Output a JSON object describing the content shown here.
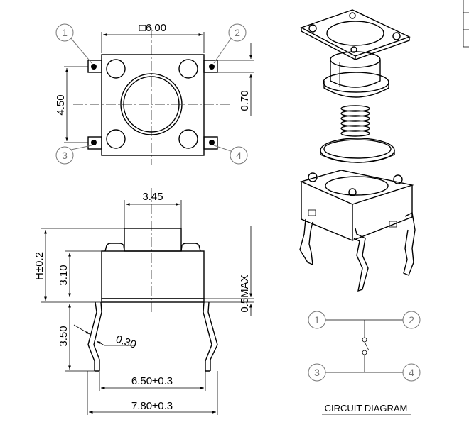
{
  "top_view": {
    "size_label": "□6.00",
    "pitch_label": "4.50",
    "pad_label": "0.70",
    "pins": [
      "1",
      "2",
      "3",
      "4"
    ]
  },
  "side_view": {
    "stem_label": "3.45",
    "h_label": "H±0.2",
    "body_label": "3.10",
    "lead_label": "3.50",
    "thickness_label": "0.30",
    "max_label": "0.5MAX",
    "span_inner_label": "6.50±0.3",
    "span_outer_label": "7.80±0.3"
  },
  "circuit": {
    "pins": [
      "1",
      "2",
      "3",
      "4"
    ],
    "caption": "CIRCUIT DIAGRAM"
  }
}
